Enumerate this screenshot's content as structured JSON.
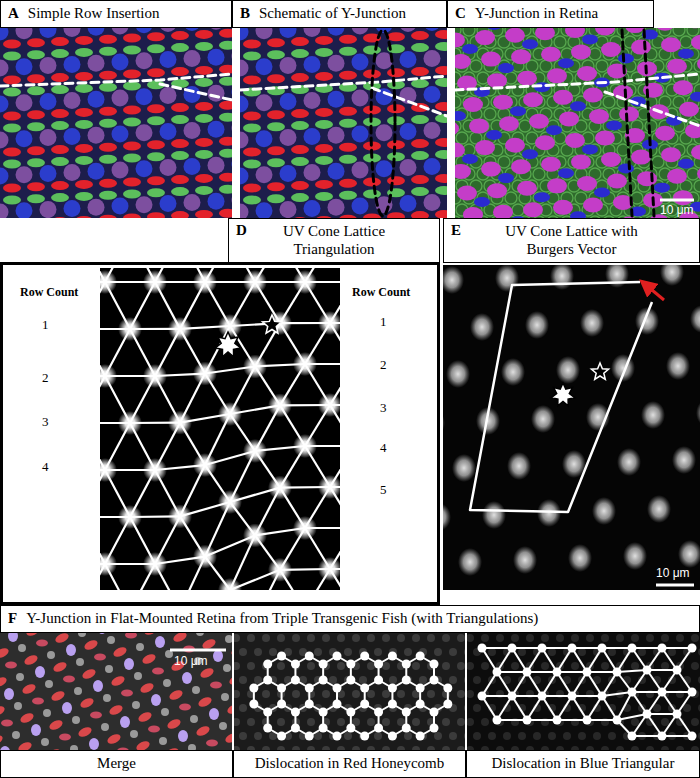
{
  "diagram": {
    "nodes": [
      {
        "text": [
          "A",
          "Simple Row Insertion"
        ]
      },
      {
        "text": [
          "B",
          "Schematic of Y-Junction"
        ]
      },
      {
        "text": [
          "C",
          "Y-Junction in Retina"
        ]
      },
      {
        "text": [
          "D",
          "UV Cone Lattice Triangulation"
        ]
      },
      {
        "text": [
          "E",
          "UV Cone Lattice with Burgers Vector"
        ]
      },
      {
        "text": [
          "F",
          "Y-Junction in Flat-Mounted Retina from Triple Transgenic Fish (with Triangulations)"
        ]
      },
      {
        "text": [
          "Merge"
        ]
      },
      {
        "text": [
          "Dislocation in Red Honeycomb"
        ]
      },
      {
        "text": [
          "Dislocation in Blue Triangular"
        ]
      }
    ],
    "labels": [
      "Row Count",
      "1",
      "2",
      "3",
      "4",
      "Row Count",
      "1",
      "2",
      "3",
      "4",
      "5",
      "10 μm",
      "10 μm",
      "10 μm"
    ]
  }
}
